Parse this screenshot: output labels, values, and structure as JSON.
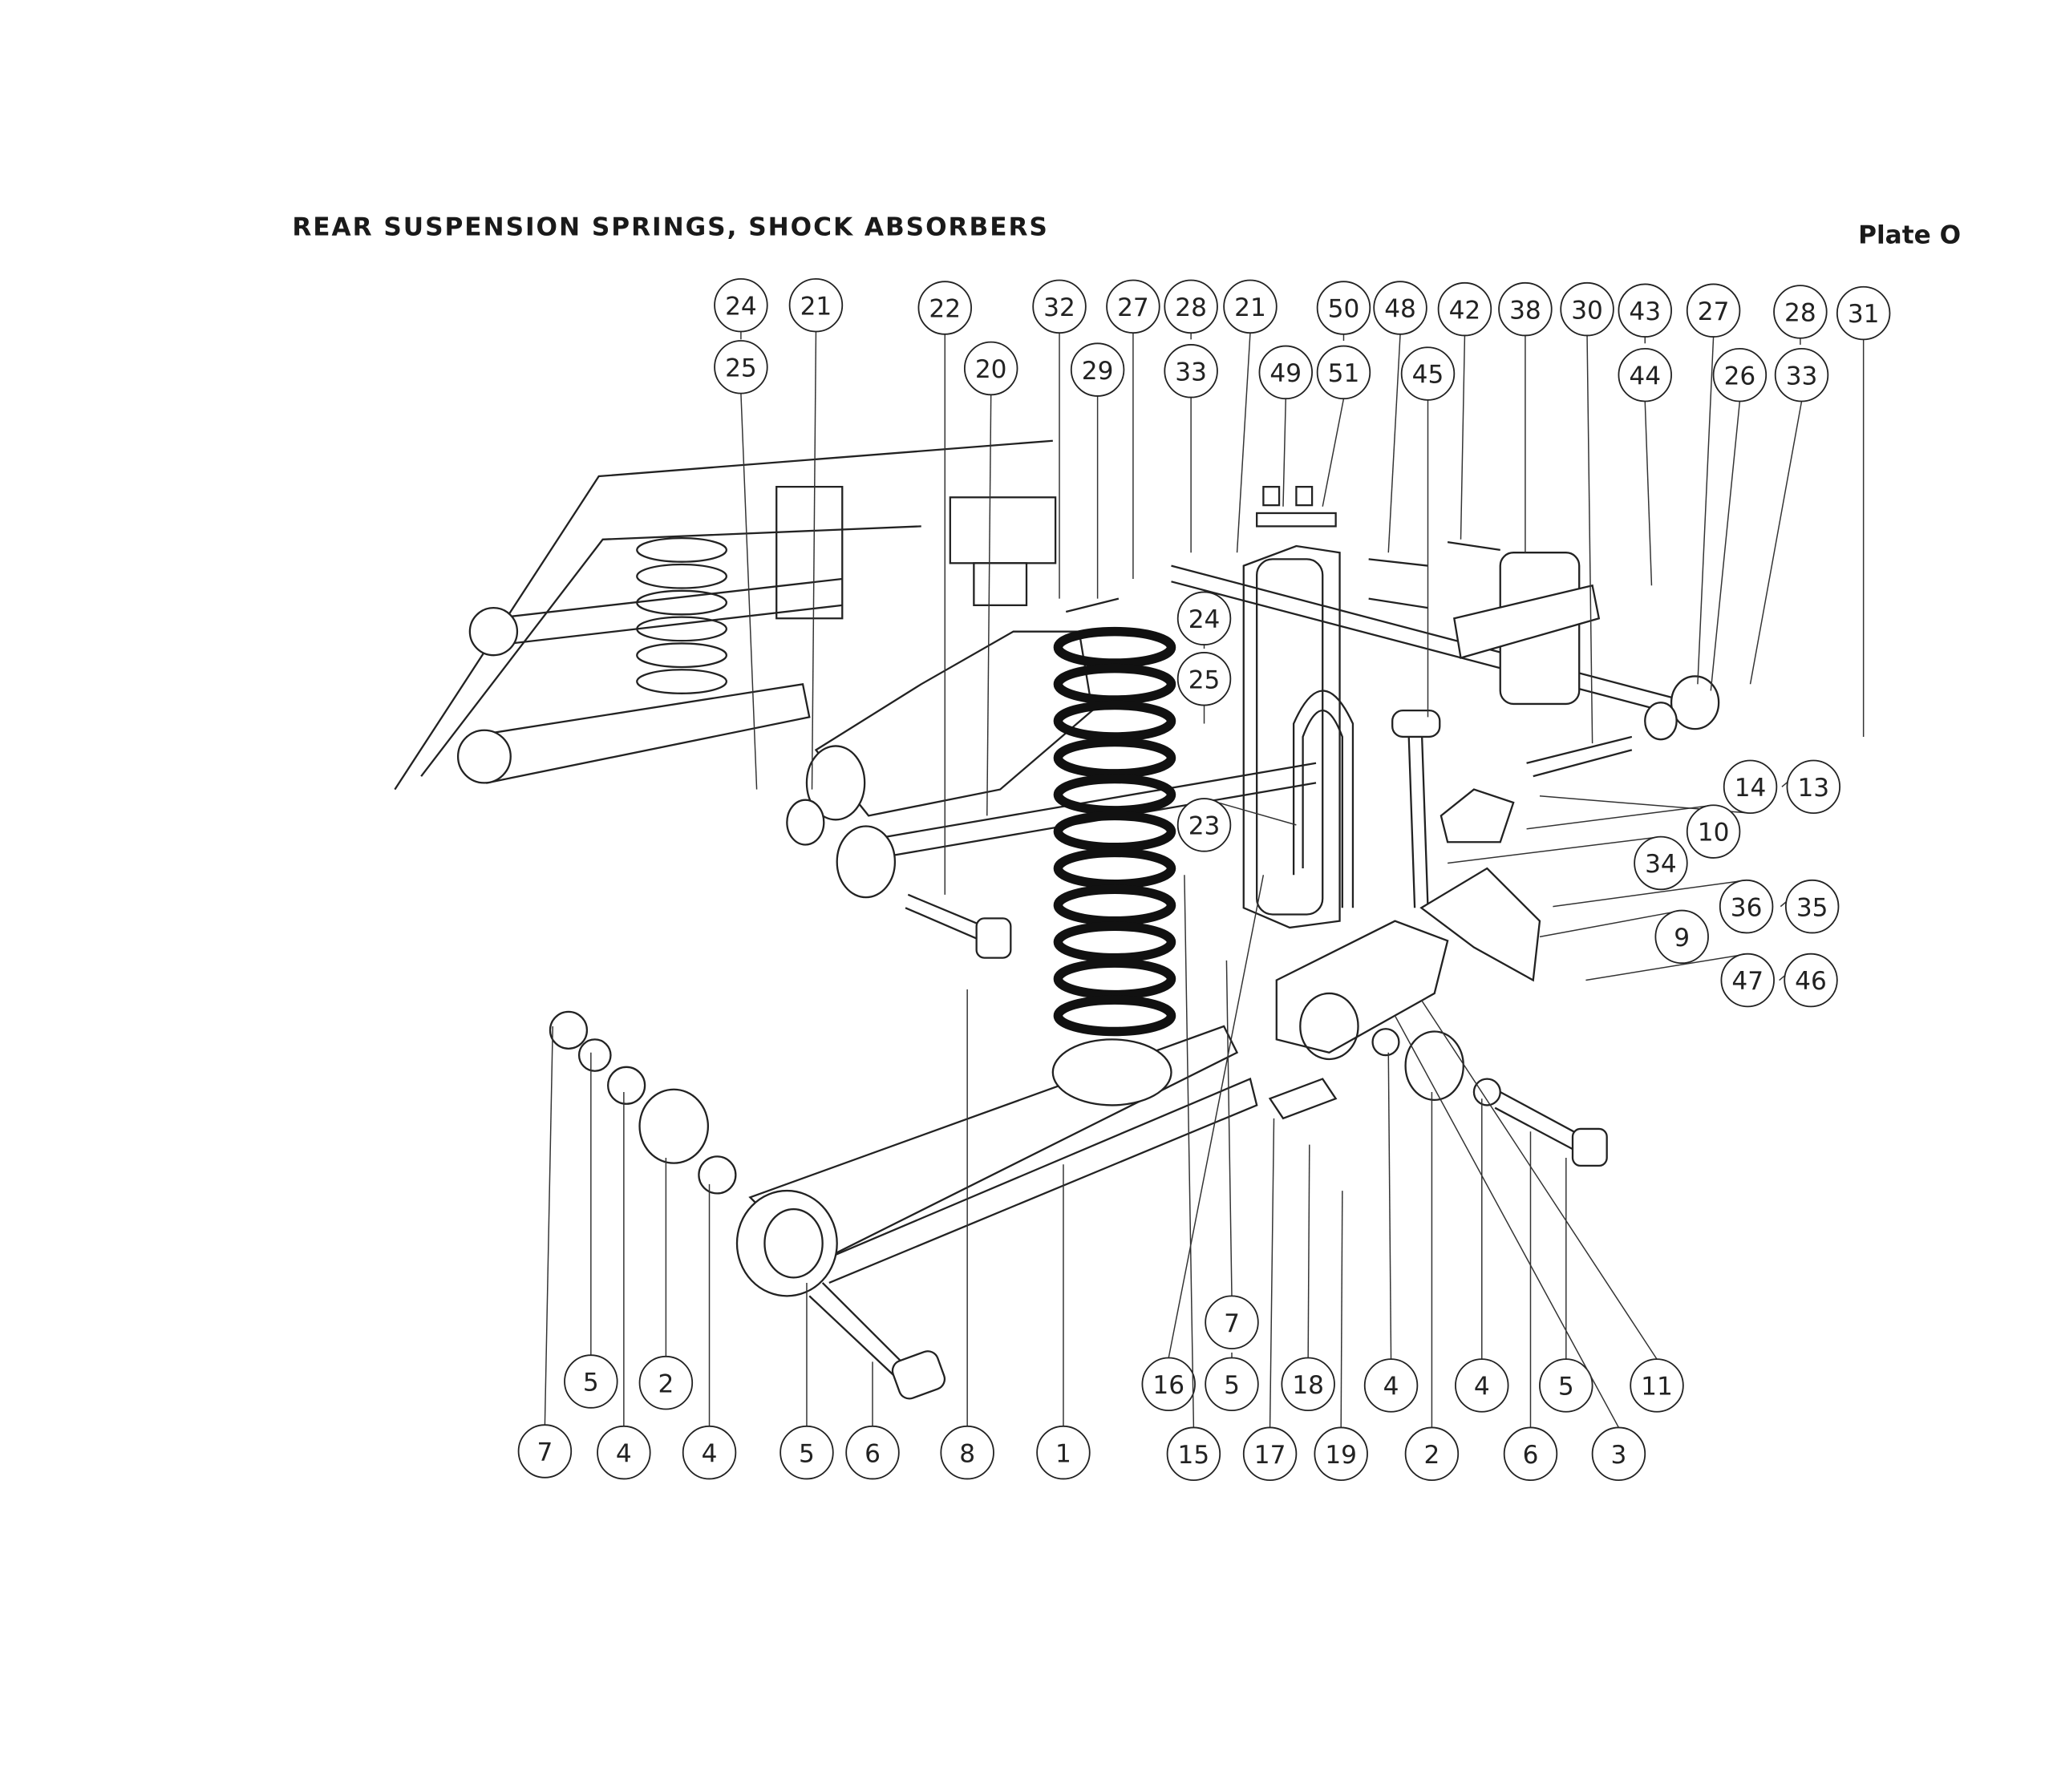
{
  "header": {
    "title": "REAR SUSPENSION SPRINGS, SHOCK ABSORBERS",
    "plate": "Plate O"
  },
  "callouts": {
    "labels": [
      "24",
      "21",
      "22",
      "32",
      "27",
      "28",
      "21",
      "50",
      "48",
      "42",
      "38",
      "30",
      "43",
      "27",
      "28",
      "31",
      "25",
      "20",
      "29",
      "33",
      "49",
      "51",
      "45",
      "44",
      "26",
      "33",
      "24",
      "25",
      "14",
      "13",
      "23",
      "10",
      "34",
      "36",
      "35",
      "9",
      "47",
      "46",
      "5",
      "2",
      "7",
      "16",
      "5",
      "18",
      "4",
      "4",
      "5",
      "11",
      "7",
      "4",
      "4",
      "5",
      "6",
      "8",
      "1",
      "15",
      "17",
      "19",
      "2",
      "6",
      "3"
    ]
  }
}
